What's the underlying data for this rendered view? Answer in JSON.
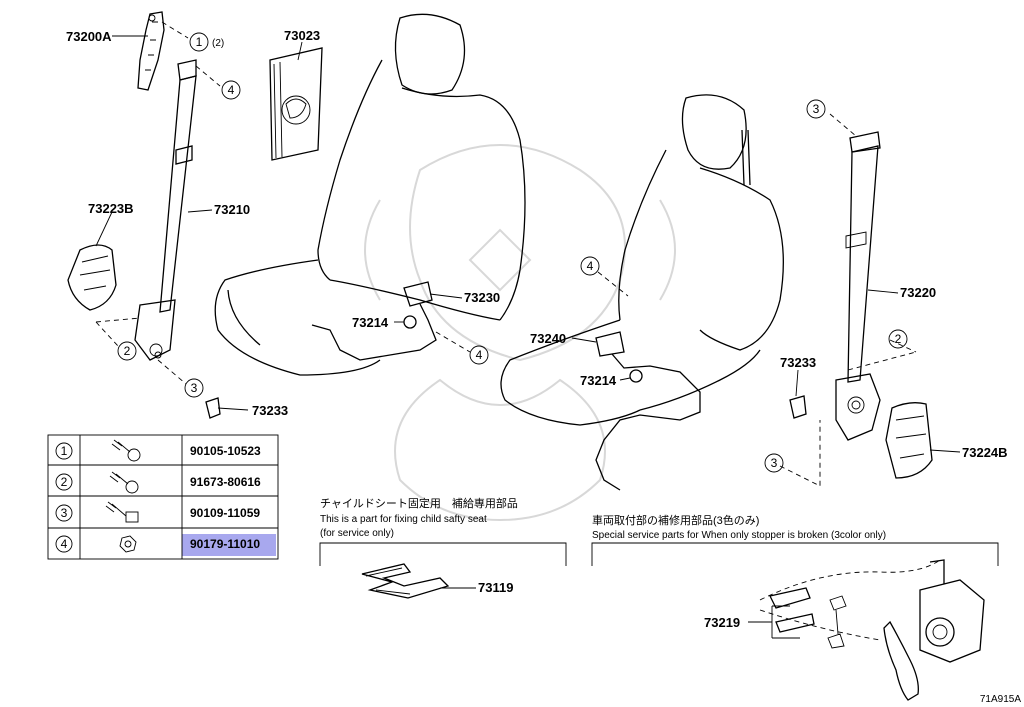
{
  "diagram_id": "71A915A",
  "parts": {
    "p73200A": "73200A",
    "p73023": "73023",
    "p73223B": "73223B",
    "p73210": "73210",
    "p73233_left": "73233",
    "p73230": "73230",
    "p73214_left": "73214",
    "p73240": "73240",
    "p73214_right": "73214",
    "p73220": "73220",
    "p73233_right": "73233",
    "p73224B": "73224B",
    "p73119": "73119",
    "p73219": "73219"
  },
  "refs": {
    "r1": "1",
    "r1_qty": "(2)",
    "r2a": "2",
    "r2b": "2",
    "r3a": "3",
    "r3b": "3",
    "r3c": "3",
    "r4a": "4",
    "r4b": "4",
    "r4c": "4"
  },
  "fastener_table": [
    {
      "ref": "1",
      "part": "90105-10523",
      "highlighted": false
    },
    {
      "ref": "2",
      "part": "91673-80616",
      "highlighted": false
    },
    {
      "ref": "3",
      "part": "90109-11059",
      "highlighted": false
    },
    {
      "ref": "4",
      "part": "90179-11010",
      "highlighted": true
    }
  ],
  "notes": {
    "child_seat_jp": "チャイルドシート固定用　補給専用部品",
    "child_seat_en1": "This is a part for fixing child safty seat",
    "child_seat_en2": "(for service only)",
    "stopper_jp": "車両取付部の補修用部品(3色のみ)",
    "stopper_en": "Special service parts for When only stopper is broken (3color only)"
  },
  "colors": {
    "highlight": "#a8a8ee",
    "line": "#000000",
    "watermark": "#d8d8d8"
  }
}
